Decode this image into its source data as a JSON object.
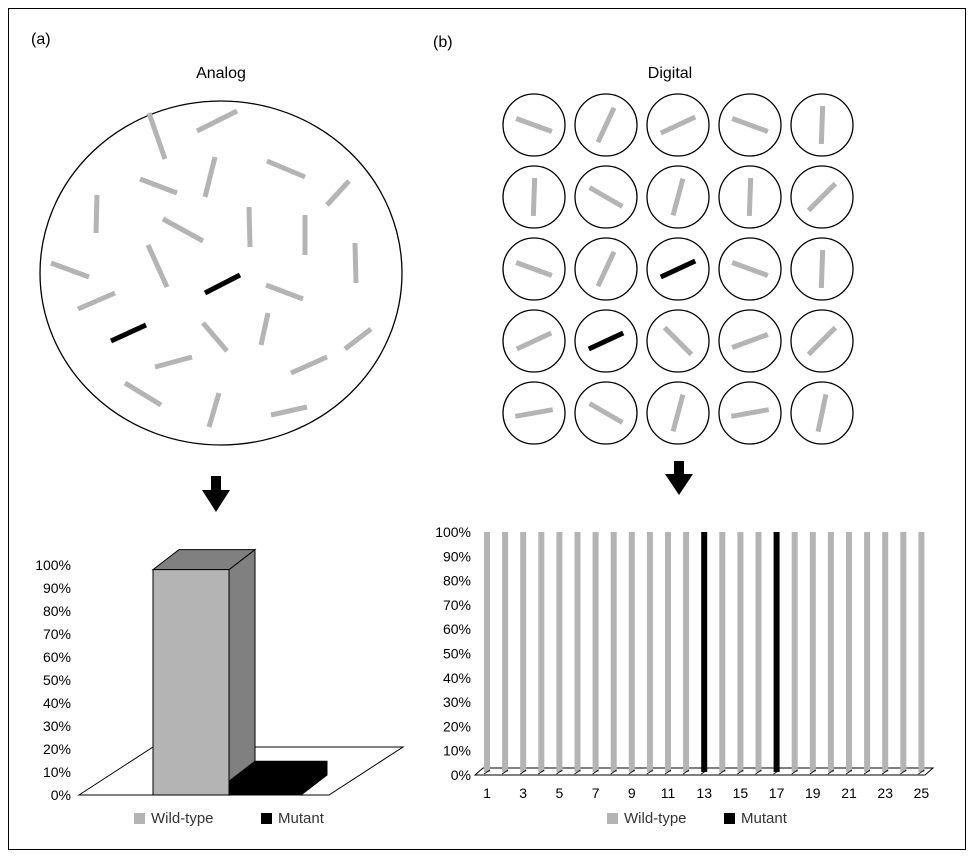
{
  "panel_a": {
    "label": "(a)",
    "title": "Analog",
    "chart_data": {
      "type": "bar",
      "style": "3d",
      "categories": [
        "Wild-type",
        "Mutant"
      ],
      "values": [
        98,
        6
      ],
      "ylim": [
        0,
        100
      ],
      "yticks": [
        "0%",
        "10%",
        "20%",
        "30%",
        "40%",
        "50%",
        "60%",
        "70%",
        "80%",
        "90%",
        "100%"
      ],
      "legend": [
        {
          "name": "Wild-type",
          "color": "#b4b4b4"
        },
        {
          "name": "Mutant",
          "color": "#000000"
        }
      ],
      "legend_position": "bottom"
    }
  },
  "panel_b": {
    "label": "(b)",
    "title": "Digital",
    "chart_data": {
      "type": "bar",
      "stacked": true,
      "x": [
        1,
        2,
        3,
        4,
        5,
        6,
        7,
        8,
        9,
        10,
        11,
        12,
        13,
        14,
        15,
        16,
        17,
        18,
        19,
        20,
        21,
        22,
        23,
        24,
        25
      ],
      "xtick_labels": [
        "1",
        "3",
        "5",
        "7",
        "9",
        "11",
        "13",
        "15",
        "17",
        "19",
        "21",
        "23",
        "25"
      ],
      "series": [
        {
          "name": "Wild-type",
          "color": "#b4b4b4",
          "values": [
            100,
            100,
            100,
            100,
            100,
            100,
            100,
            100,
            100,
            100,
            100,
            100,
            0,
            100,
            100,
            100,
            0,
            100,
            100,
            100,
            100,
            100,
            100,
            100,
            100
          ]
        },
        {
          "name": "Mutant",
          "color": "#000000",
          "values": [
            0,
            0,
            0,
            0,
            0,
            0,
            0,
            0,
            0,
            0,
            0,
            0,
            100,
            0,
            0,
            0,
            100,
            0,
            0,
            0,
            0,
            0,
            0,
            0,
            0
          ]
        }
      ],
      "ylim": [
        0,
        100
      ],
      "yticks": [
        "0%",
        "10%",
        "20%",
        "30%",
        "40%",
        "50%",
        "60%",
        "70%",
        "80%",
        "90%",
        "100%"
      ],
      "legend_position": "bottom"
    }
  },
  "colors": {
    "wild_type": "#b4b4b4",
    "mutant": "#000000"
  }
}
